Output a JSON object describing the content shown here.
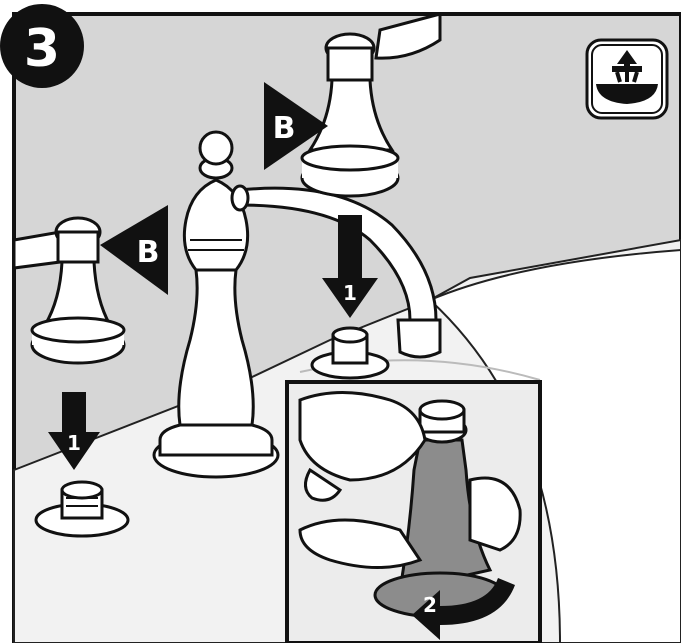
{
  "step": {
    "number": "3"
  },
  "callouts": {
    "b_left": "B",
    "b_right": "B",
    "arrow_1_left": "1",
    "arrow_1_center": "1",
    "arrow_2_inset": "2"
  },
  "icon": {
    "name": "sink-basin-icon"
  },
  "colors": {
    "background": "#d6d6d6",
    "sink": "#ffffff",
    "outline": "#1a1a1a",
    "callout_fill": "#111111",
    "handle_gray": "#8c8c8c"
  }
}
